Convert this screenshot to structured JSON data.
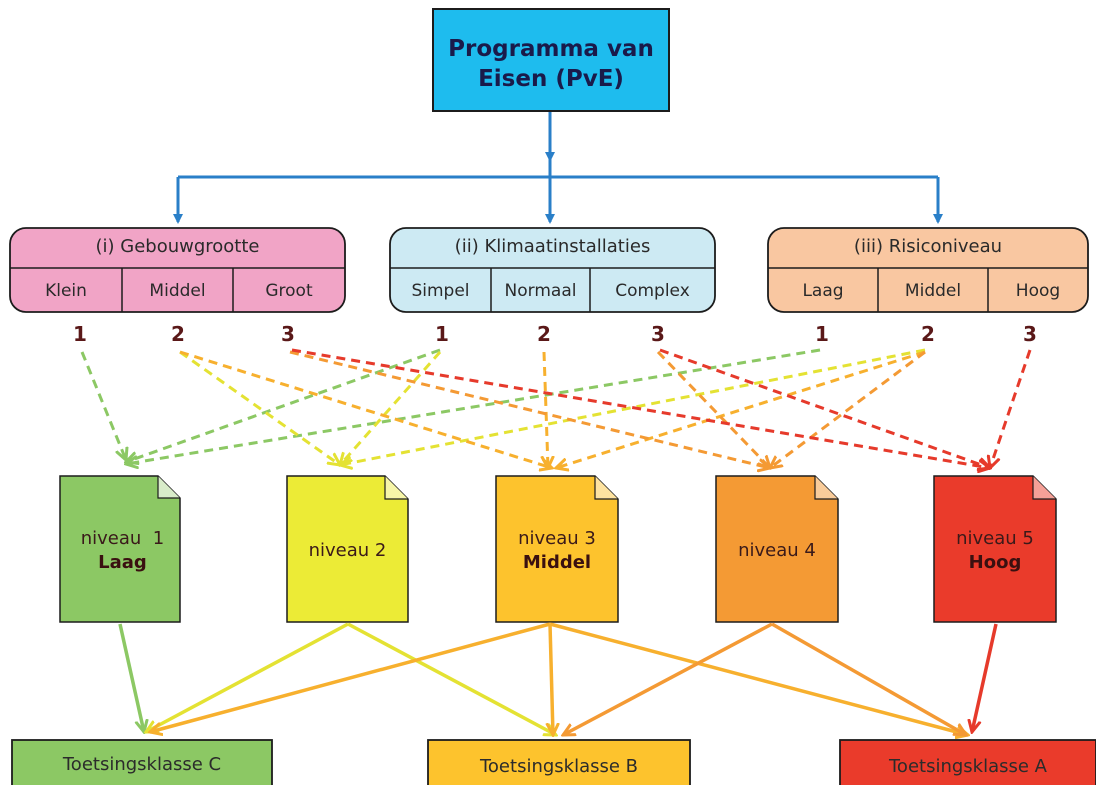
{
  "root": {
    "line1": "Programma van",
    "line2": "Eisen (PvE)"
  },
  "categories": [
    {
      "title": "(i) Gebouwgrootte",
      "options": [
        "Klein",
        "Middel",
        "Groot"
      ],
      "fill": "#f1a4c6"
    },
    {
      "title": "(ii) Klimaatinstallaties",
      "options": [
        "Simpel",
        "Normaal",
        "Complex"
      ],
      "fill": "#cdeaf3"
    },
    {
      "title": "(iii) Risiconiveau",
      "options": [
        "Laag",
        "Middel",
        "Hoog"
      ],
      "fill": "#f9c7a1"
    }
  ],
  "scores": [
    "1",
    "2",
    "3",
    "1",
    "2",
    "3",
    "1",
    "2",
    "3"
  ],
  "levels": [
    {
      "label": "niveau  1",
      "sub": "Laag",
      "fill": "#8cc864"
    },
    {
      "label": "niveau 2",
      "sub": "",
      "fill": "#eceb36"
    },
    {
      "label": "niveau 3",
      "sub": "Middel",
      "fill": "#fdc32d"
    },
    {
      "label": "niveau 4",
      "sub": "",
      "fill": "#f49a34"
    },
    {
      "label": "niveau 5",
      "sub": "Hoog",
      "fill": "#ea3b2b"
    }
  ],
  "classes": [
    {
      "label": "Toetsingsklasse C",
      "fill": "#8cc864"
    },
    {
      "label": "Toetsingsklasse B",
      "fill": "#fdc32d"
    },
    {
      "label": "Toetsingsklasse A",
      "fill": "#ea3b2b"
    }
  ],
  "colors": {
    "connector": "#2a7fc8",
    "level1": "#8cc864",
    "level2": "#eceb36",
    "level3": "#fdc32d",
    "level4": "#f49a34",
    "level5": "#ea3b2b"
  }
}
